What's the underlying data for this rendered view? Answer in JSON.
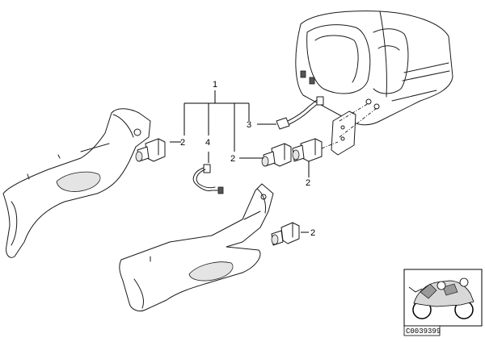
{
  "diagram": {
    "callouts": {
      "main": "1",
      "c1": "2",
      "c2": "4",
      "c3": "2",
      "c4": "3",
      "c5": "2",
      "c6": "2"
    },
    "reference_code": "C0039399"
  }
}
